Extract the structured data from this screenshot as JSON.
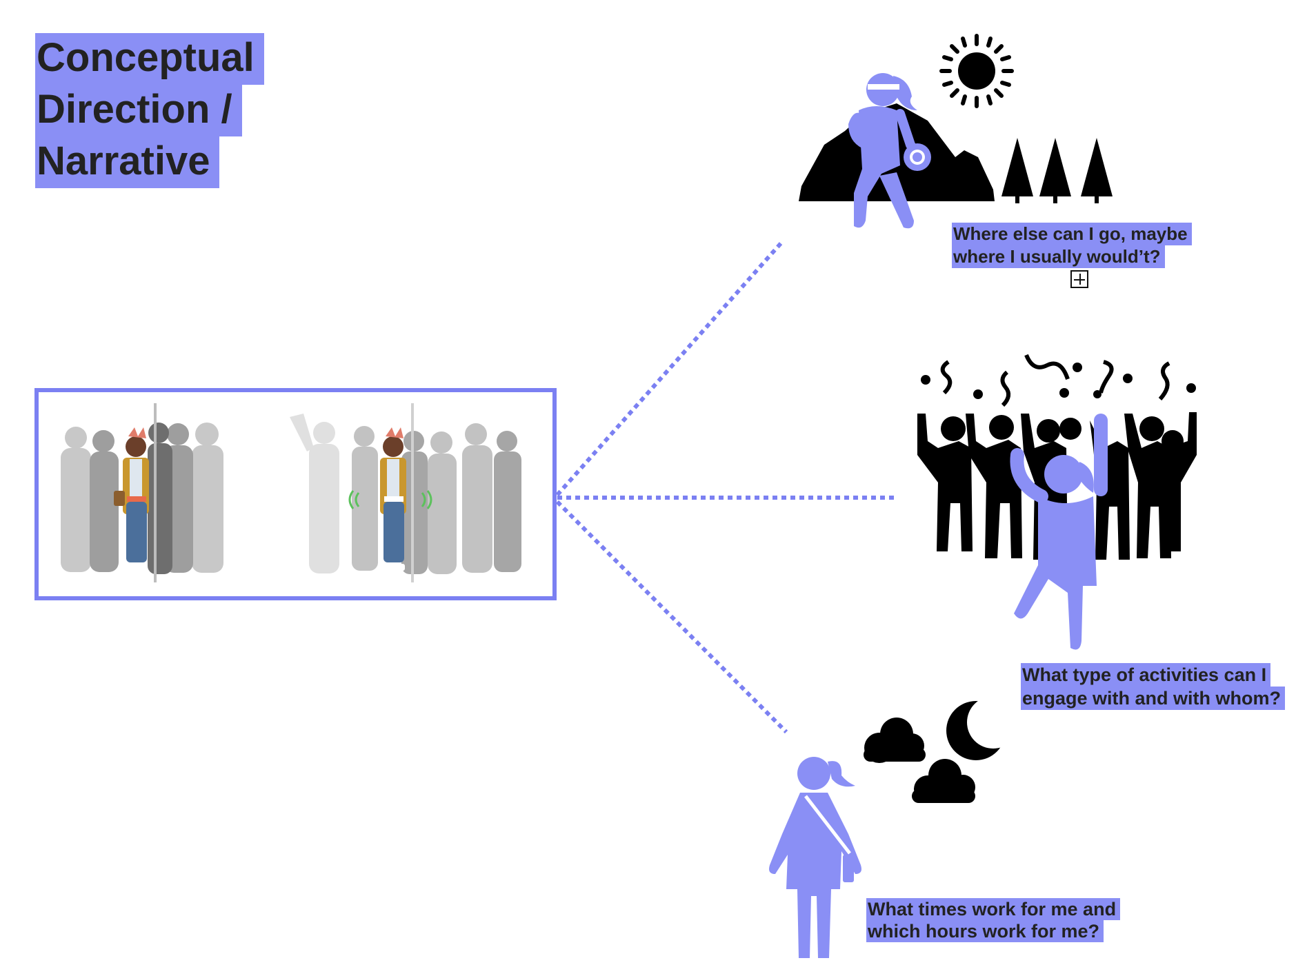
{
  "title": {
    "lines": [
      "Conceptual",
      "Direction /",
      "Narrative"
    ]
  },
  "captions": {
    "go": {
      "lines": [
        "Where else can I go, maybe",
        "where I usually would’t?"
      ]
    },
    "activities": {
      "lines": [
        "What type of activities can I",
        "engage with and with whom?"
      ]
    },
    "times": {
      "lines": [
        "What times work for me and",
        "which hours work for me?"
      ]
    }
  },
  "icons": {
    "hiker": "hiker-on-mountain-icon",
    "sun": "sun-icon",
    "trees": "pine-trees-icon",
    "crowd": "dancing-crowd-icon",
    "moon": "crescent-moon-icon",
    "clouds": "cloud-icon",
    "woman": "woman-with-bag-icon"
  },
  "colors": {
    "accent": "#8a8ff5",
    "icon": "#000000",
    "text": "#222222"
  }
}
